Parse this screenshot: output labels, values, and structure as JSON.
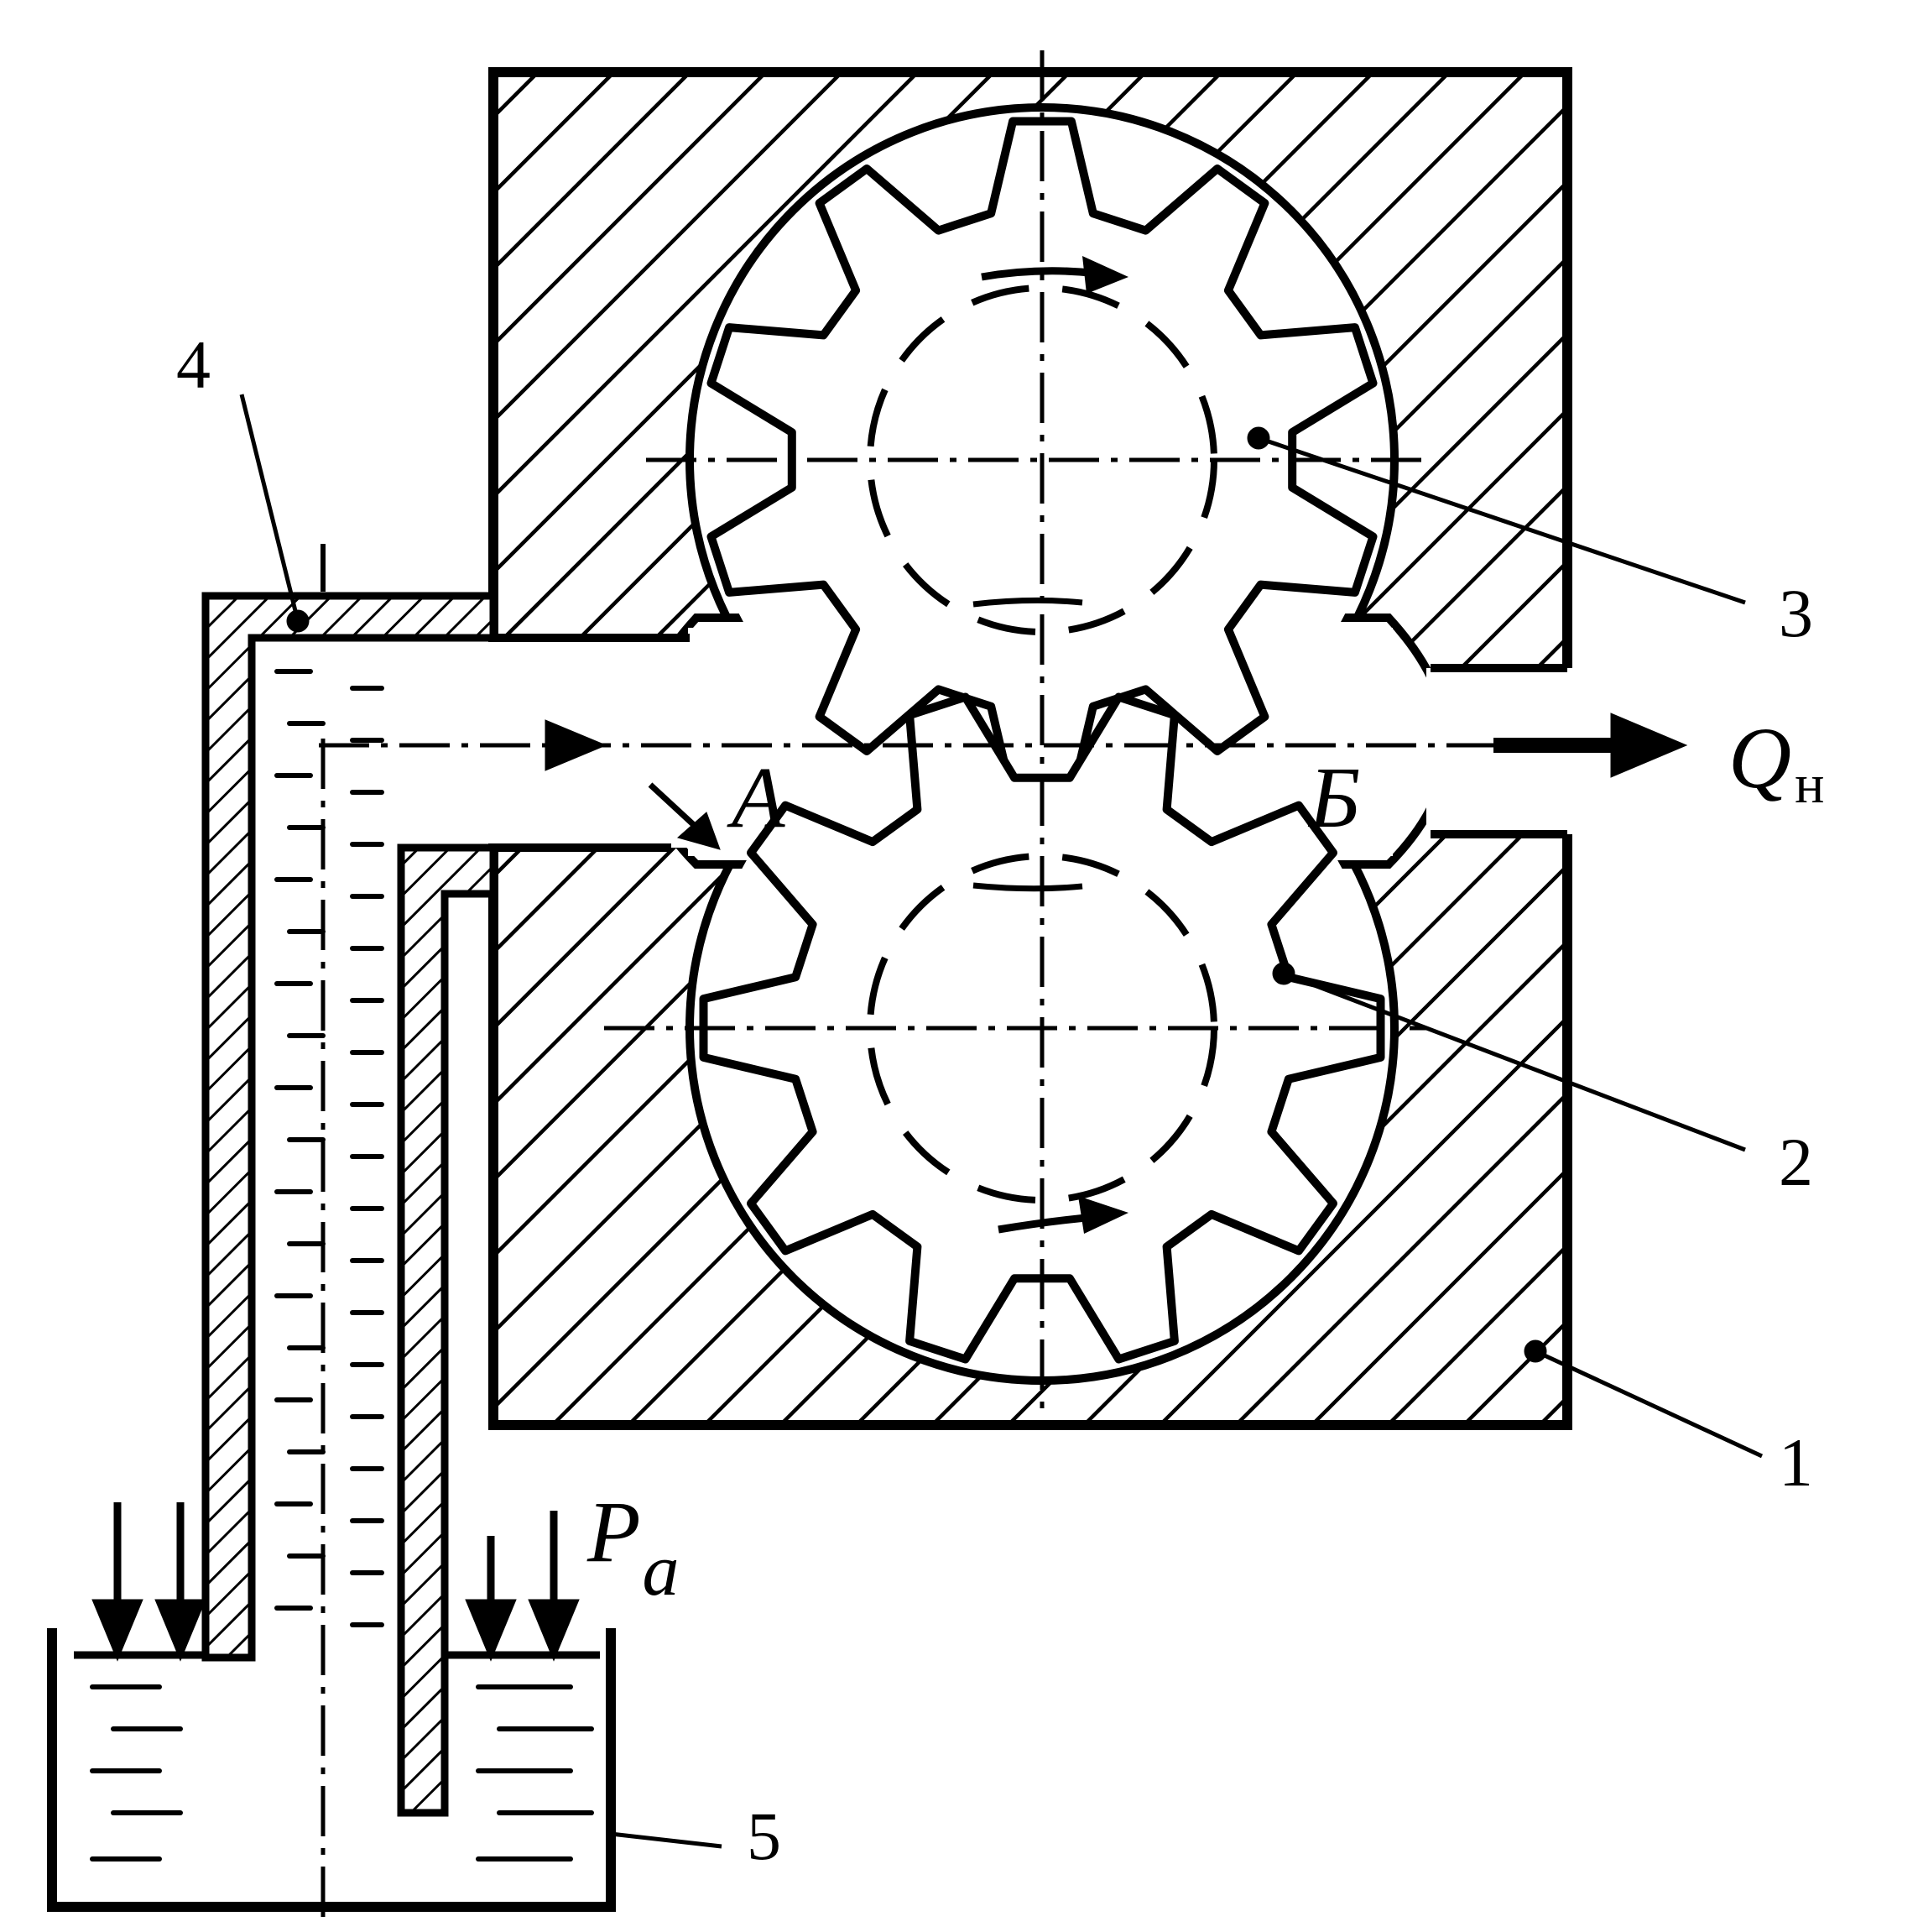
{
  "labels": {
    "housing": "1",
    "driven_gear": "2",
    "driving_gear": "3",
    "suction_pipe": "4",
    "tank": "5",
    "suction_chamber": "А",
    "discharge_chamber": "Б",
    "flow_symbol": "Q",
    "flow_subscript": "н",
    "pressure_symbol": "P",
    "pressure_subscript": "a"
  },
  "colors": {
    "ink": "#000000",
    "paper": "#ffffff"
  },
  "gear_teeth": 10
}
